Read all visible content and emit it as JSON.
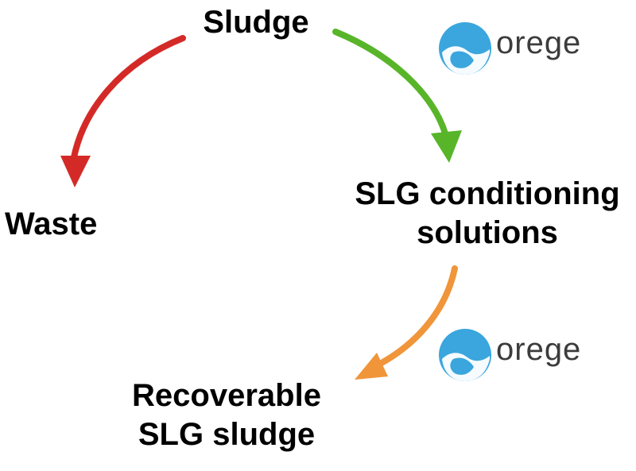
{
  "diagram": {
    "nodes": {
      "sludge": "Sludge",
      "waste": "Waste",
      "conditioning": [
        "SLG conditioning",
        "solutions"
      ],
      "recoverable": [
        "Recoverable",
        "SLG sludge"
      ]
    },
    "edges": [
      {
        "from": "sludge",
        "to": "waste",
        "color": "#d42a27"
      },
      {
        "from": "sludge",
        "to": "conditioning",
        "color": "#58b52a"
      },
      {
        "from": "conditioning",
        "to": "recoverable",
        "color": "#f0953a"
      }
    ],
    "logos": [
      {
        "word": "orege",
        "icon": "orege-logo-icon",
        "color": "#3aa6dd"
      },
      {
        "word": "orege",
        "icon": "orege-logo-icon",
        "color": "#3aa6dd"
      }
    ]
  }
}
